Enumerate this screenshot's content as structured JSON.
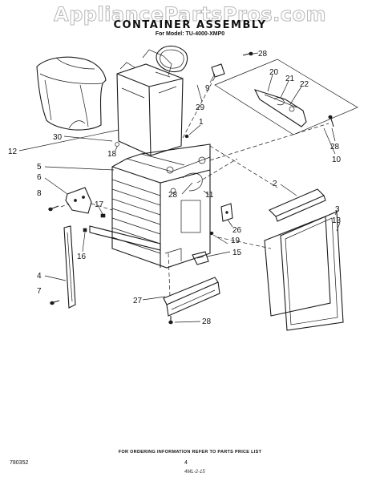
{
  "watermark": "AppliancePartsPros.com",
  "title": "CONTAINER ASSEMBLY",
  "subtitle": "For Model: TU-4000-XMP0",
  "callouts": {
    "c1": "1",
    "c2": "2",
    "c3": "3",
    "c4": "4",
    "c5": "5",
    "c6": "6",
    "c7": "7",
    "c8": "8",
    "c9": "9",
    "c10": "10",
    "c12": "12",
    "c13": "13",
    "c15": "15",
    "c16": "16",
    "c17": "17",
    "c18": "18",
    "c19": "19",
    "c20": "20",
    "c21": "21",
    "c22": "22",
    "c26": "26",
    "c27": "27",
    "c28a": "28",
    "c28b": "28",
    "c28c": "28",
    "c28d": "28",
    "c29": "29",
    "c30": "30"
  },
  "footer": {
    "note": "FOR ORDERING INFORMATION REFER TO PARTS PRICE LIST",
    "catalog_number": "780352",
    "page_number": "4",
    "code": "4ML-2-15"
  }
}
